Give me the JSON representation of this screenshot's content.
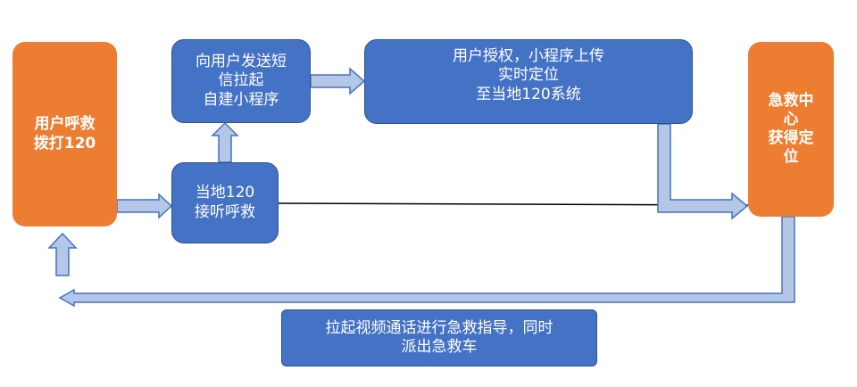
{
  "diagram": {
    "nodes": {
      "user_call": "用户呼救\n拨打120",
      "local_answer": "当地120\n接听呼救",
      "send_sms": "向用户发送短\n信拉起\n自建小程序",
      "authorize": "用户授权，小程序上传\n实时定位\n至当地120系统",
      "center": "急救中\n心\n获得定\n位",
      "guidance": "拉起视频通话进行急救指导，同时\n派出急救车"
    },
    "colors": {
      "blue_box": "#4472c4",
      "blue_border": "#2f528f",
      "orange_box": "#ed7d31",
      "arrow_fill": "#b4c7e7",
      "arrow_stroke": "#4472c4"
    }
  }
}
